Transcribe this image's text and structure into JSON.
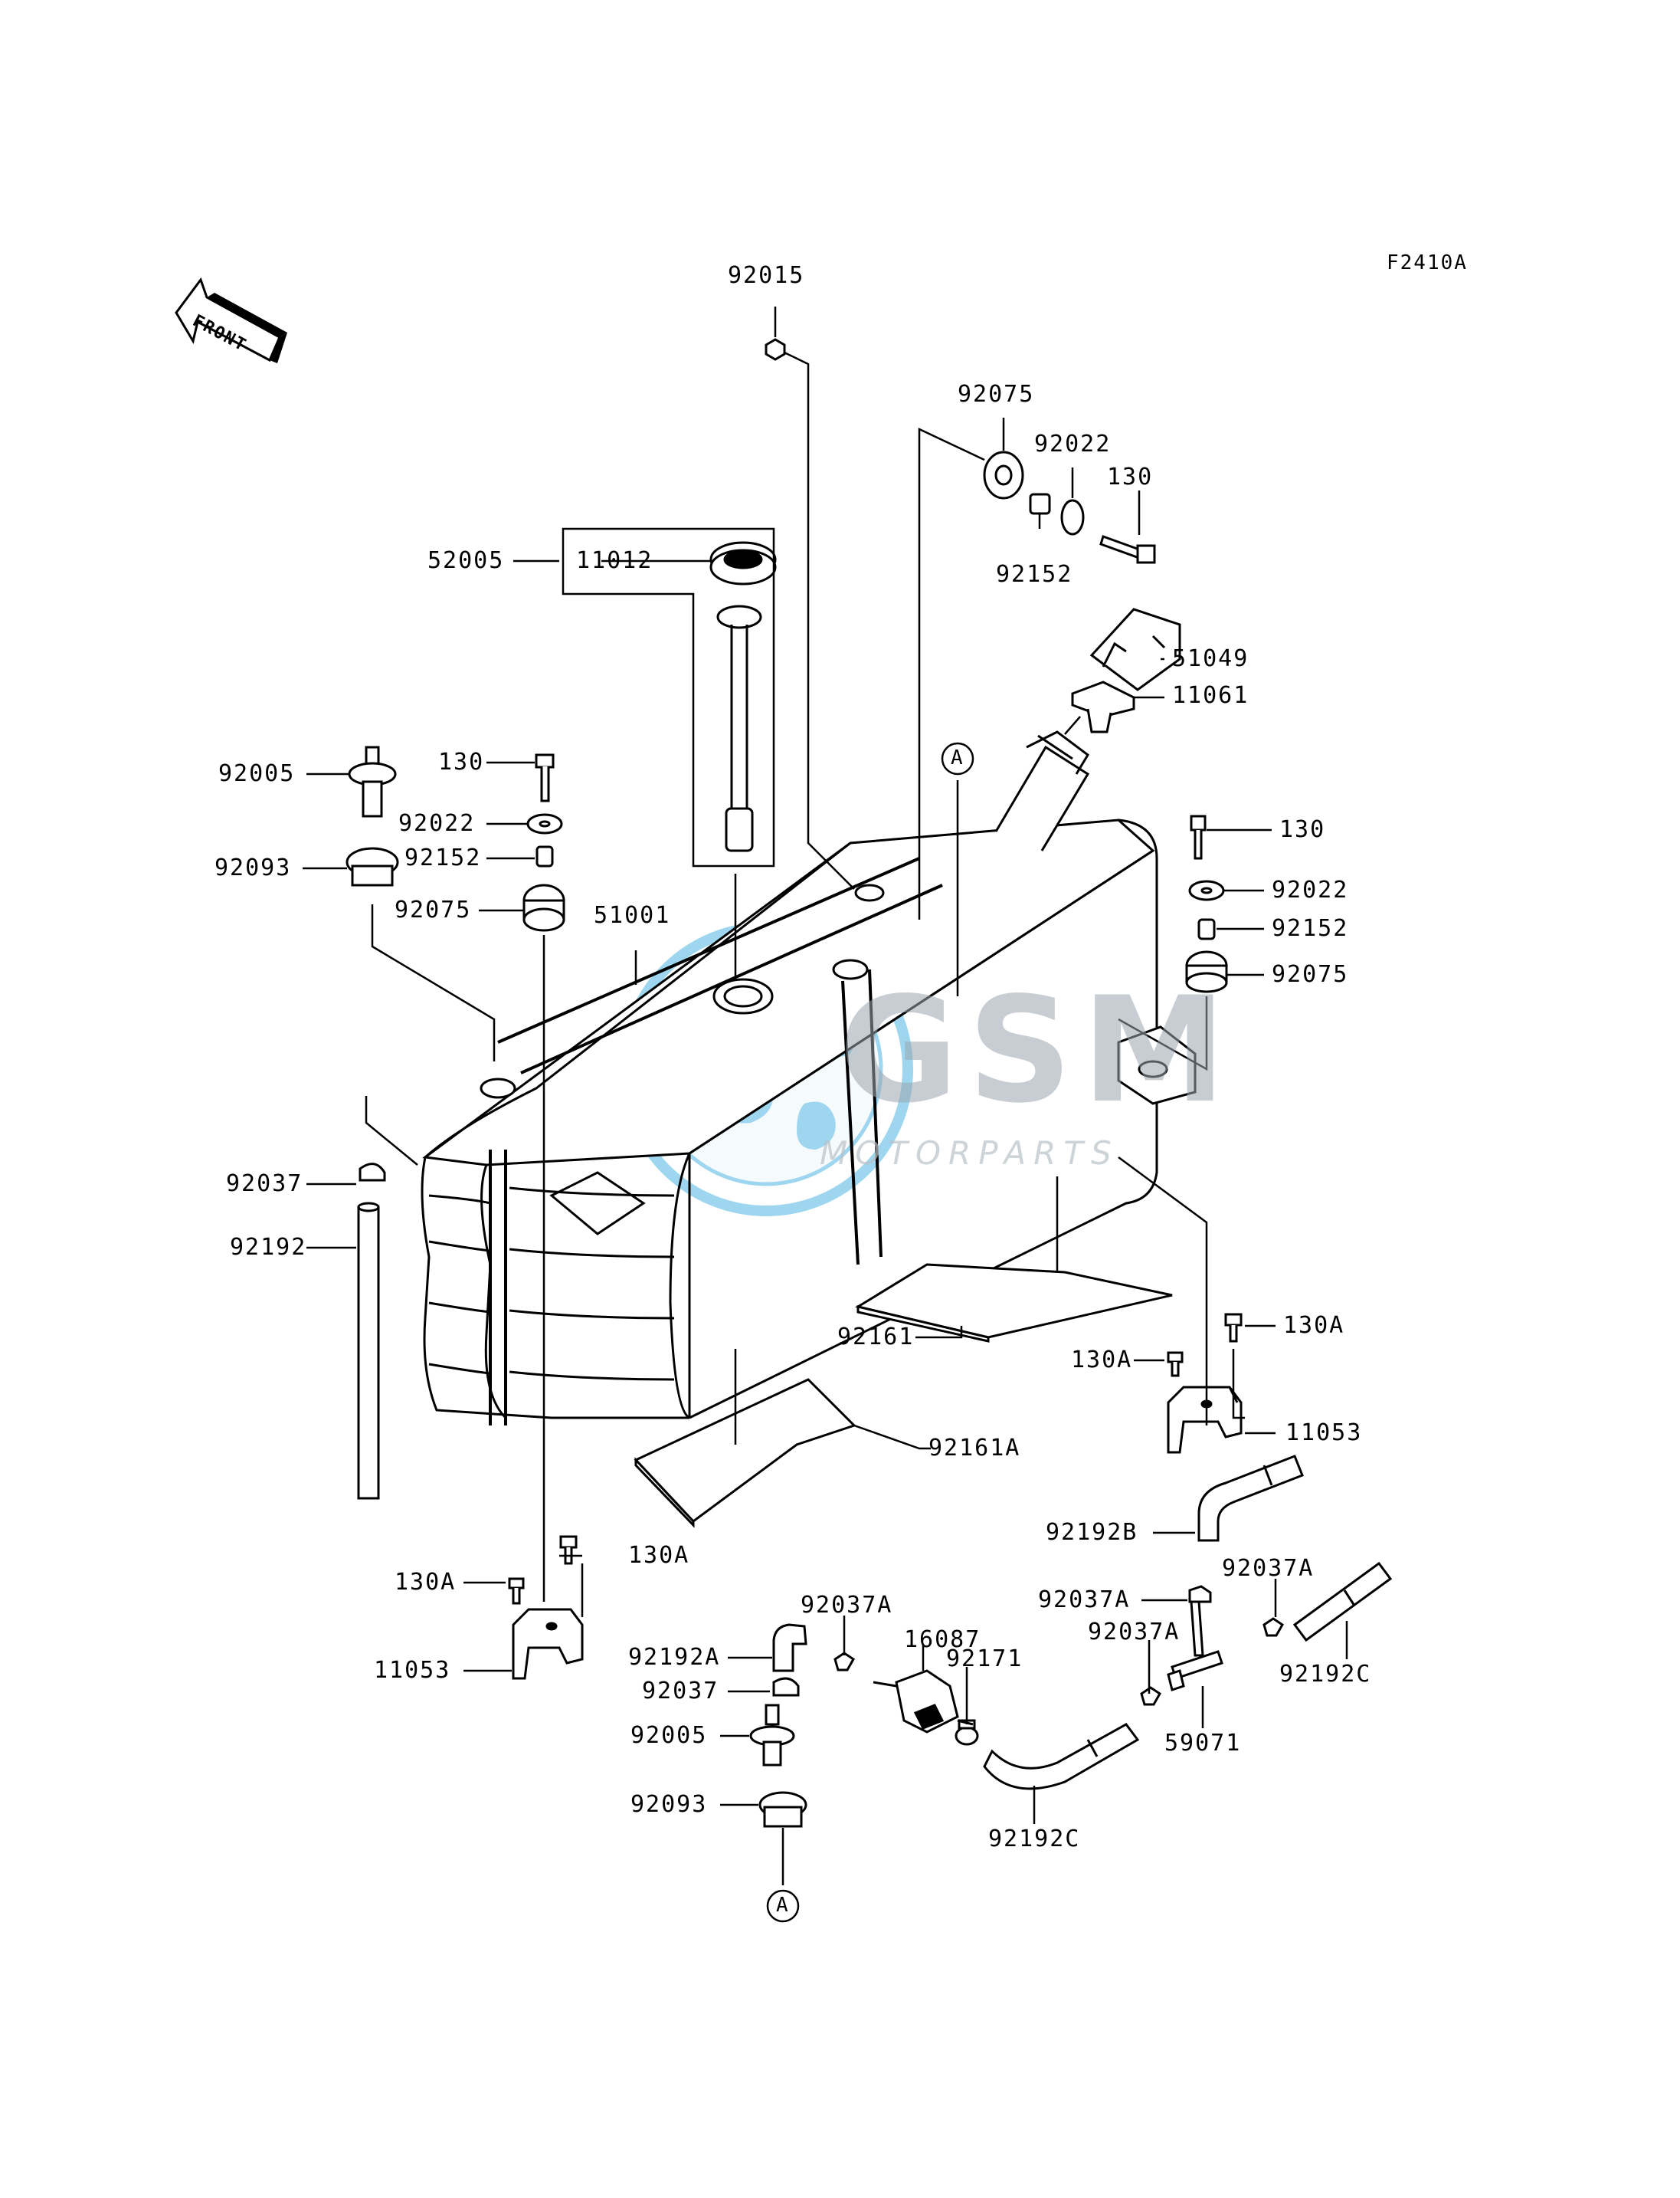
{
  "diagram_code": "F2410A",
  "front_arrow_label": "FRONT",
  "watermark": {
    "brand": "GSM",
    "sub": "MOTORPARTS",
    "color": "#2aa6dd"
  },
  "callout_symbol": "A",
  "parts": {
    "p92015": "92015",
    "p92075_top": "92075",
    "p92022_top": "92022",
    "p130_top": "130",
    "p92152_top": "92152",
    "p52005": "52005",
    "p11012": "11012",
    "p51049": "51049",
    "p11061": "11061",
    "p92005_left": "92005",
    "p130_left": "130",
    "p92022_left": "92022",
    "p92152_left": "92152",
    "p92093_left": "92093",
    "p92075_left": "92075",
    "p51001": "51001",
    "p130_right": "130",
    "p92022_right": "92022",
    "p92152_right": "92152",
    "p92075_right": "92075",
    "p92037_left": "92037",
    "p92192": "92192",
    "p92161": "92161",
    "p130A_r1": "130A",
    "p130A_r2": "130A",
    "p11053_right": "11053",
    "p92161A": "92161A",
    "p92192B": "92192B",
    "p130A_l1": "130A",
    "p130A_l2": "130A",
    "p11053_left": "11053",
    "p92037A_1": "92037A",
    "p16087": "16087",
    "p92171": "92171",
    "p92037A_2": "92037A",
    "p92037A_3": "92037A",
    "p92037A_4": "92037A",
    "p92192A": "92192A",
    "p92037_bot": "92037",
    "p92005_bot": "92005",
    "p92093_bot": "92093",
    "p92192C_1": "92192C",
    "p92192C_2": "92192C",
    "p59071": "59071"
  }
}
